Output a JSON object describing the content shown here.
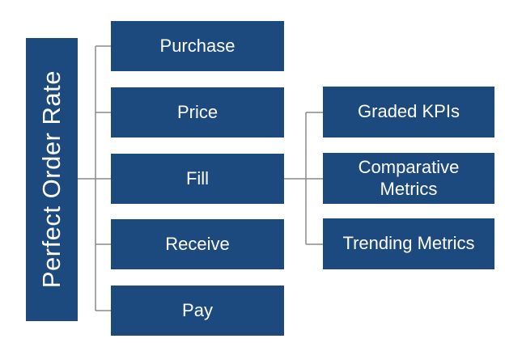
{
  "root": {
    "label": "Perfect Order Rate"
  },
  "stages": [
    {
      "label": "Purchase"
    },
    {
      "label": "Price"
    },
    {
      "label": "Fill"
    },
    {
      "label": "Receive"
    },
    {
      "label": "Pay"
    }
  ],
  "fill_details": [
    {
      "label": "Graded KPIs"
    },
    {
      "label": "Comparative Metrics"
    },
    {
      "label": "Trending Metrics"
    }
  ],
  "colors": {
    "box_fill": "#1c4a7e",
    "box_text": "#ffffff",
    "connector": "#8a8a8a",
    "background": "#ffffff"
  }
}
